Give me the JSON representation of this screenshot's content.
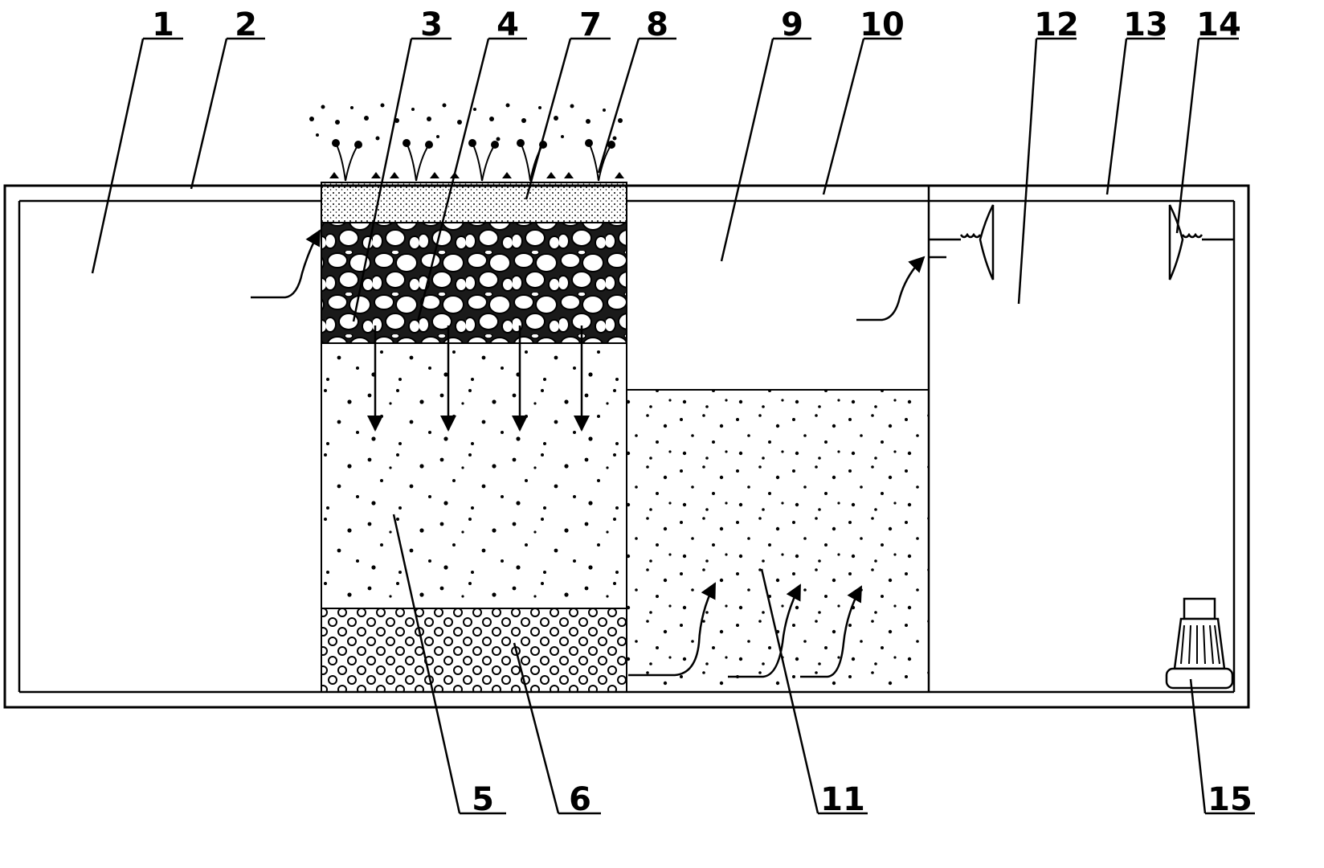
{
  "callouts": {
    "top": [
      "1",
      "2",
      "3",
      "4",
      "7",
      "8",
      "9",
      "10",
      "12",
      "13",
      "14"
    ],
    "bottom": [
      "5",
      "6",
      "11",
      "15"
    ]
  }
}
